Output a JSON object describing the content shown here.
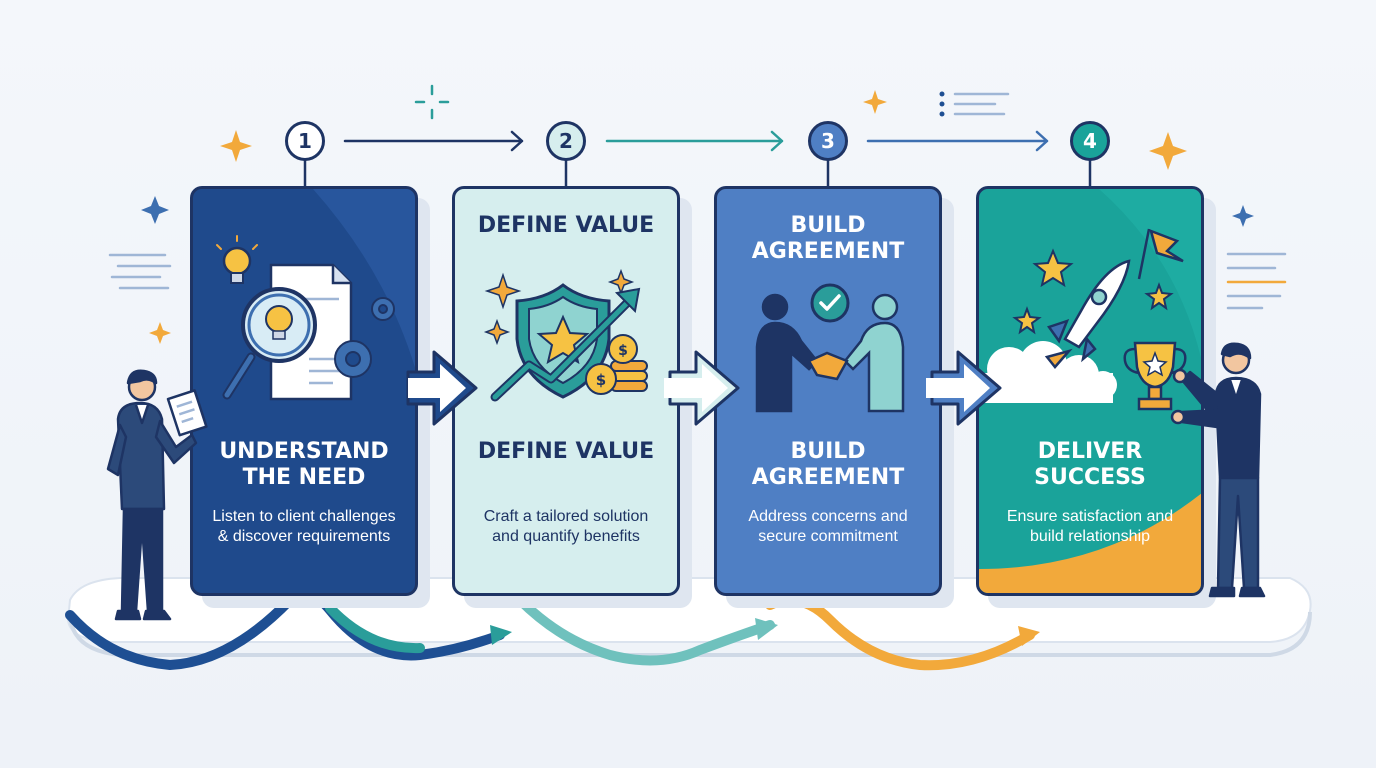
{
  "steps": [
    {
      "number": "1",
      "heading": "UNDERSTAND THE NEED",
      "description": "Listen to client challenges & discover requirements"
    },
    {
      "number": "2",
      "title": "DEFINE VALUE",
      "heading": "DEFINE VALUE",
      "description": "Craft a tailored solution and quantify benefits"
    },
    {
      "number": "3",
      "title": "BUILD AGREEMENT",
      "heading": "BUILD AGREEMENT",
      "description": "Address concerns and secure commitment"
    },
    {
      "number": "4",
      "heading": "DELIVER SUCCESS",
      "description": "Ensure satisfaction and build relationship"
    }
  ],
  "colors": {
    "navy": "#1e3464",
    "step1": "#1f4a8c",
    "step2": "#d6eeee",
    "step3": "#4f7fc4",
    "step4": "#1aa39a",
    "accent_orange": "#f2a93b",
    "teal": "#2a9d9a"
  },
  "icons": [
    "lightbulb-icon",
    "document-icon",
    "magnifier-icon",
    "gear-icon",
    "shield-star-icon",
    "trend-arrow-icon",
    "coins-icon",
    "handshake-icon",
    "checkmark-icon",
    "rocket-icon",
    "trophy-icon",
    "flag-icon",
    "star-icon",
    "sparkle-icon"
  ]
}
